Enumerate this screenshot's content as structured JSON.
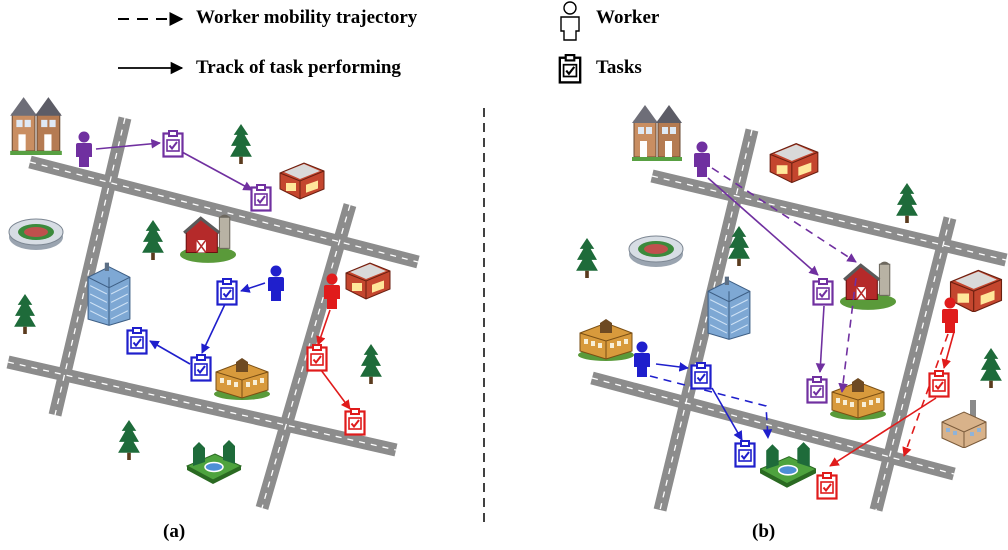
{
  "legend": {
    "trajectory_label": "Worker mobility trajectory",
    "performing_label": "Track of task performing",
    "worker_label": "Worker",
    "tasks_label": "Tasks"
  },
  "captions": {
    "left": "(a)",
    "right": "(b)"
  },
  "colors": {
    "purple": "#7030a0",
    "blue": "#1f1fcc",
    "red": "#e01b1b",
    "road": "#8c8c8c",
    "tree": "#1e6b3a"
  },
  "icons": [
    "worker-icon",
    "task-clipboard-icon",
    "house-icon",
    "tree-icon",
    "stadium-icon",
    "barn-icon",
    "office-tower-icon",
    "school-icon",
    "shop-icon",
    "park-icon",
    "factory-icon"
  ]
}
